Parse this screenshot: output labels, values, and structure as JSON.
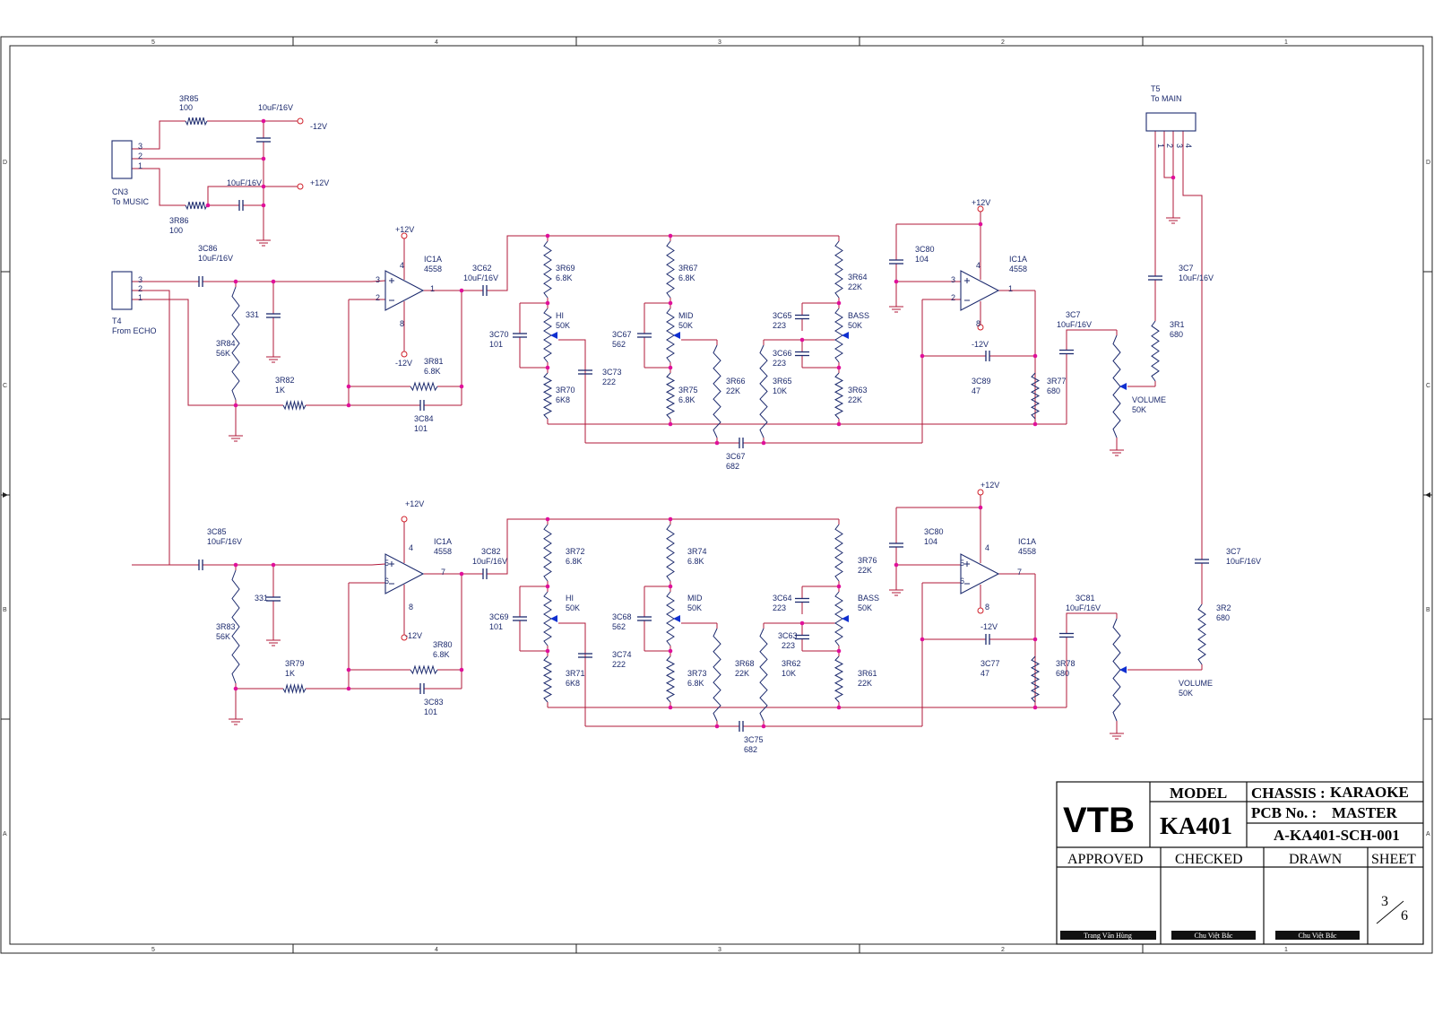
{
  "zones": {
    "columns": [
      "5",
      "4",
      "3",
      "2",
      "1"
    ],
    "rows": [
      "D",
      "C",
      "B",
      "A"
    ]
  },
  "connectors": {
    "cn3": {
      "ref": "CN3",
      "desc": "To MUSIC",
      "pins": [
        "3",
        "2",
        "1"
      ]
    },
    "t4": {
      "ref": "T4",
      "desc": "From ECHO",
      "pins": [
        "3",
        "2",
        "1"
      ]
    },
    "t5": {
      "ref": "T5",
      "desc": "To MAIN",
      "pins": [
        "1",
        "2",
        "3",
        "4"
      ]
    }
  },
  "power": {
    "r85_ref": "3R85",
    "r85_val": "100",
    "r86_ref": "3R86",
    "r86_val": "100",
    "cap_top": "10uF/16V",
    "cap_bot": "10uF/16V",
    "neg_rail": "-12V",
    "pos_rail": "+12V"
  },
  "ch1": {
    "c86_ref": "3C86",
    "c86_val": "10uF/16V",
    "c_331": "331",
    "r84_ref": "3R84",
    "r84_val": "56K",
    "r82_ref": "3R82",
    "r82_val": "1K",
    "r81_ref": "3R81",
    "r81_val": "6.8K",
    "c84_ref": "3C84",
    "c84_val": "101",
    "ic_ref": "IC1A",
    "ic_val": "4558",
    "ic_pin_in_p": "3",
    "ic_pin_in_n": "2",
    "ic_pin_out": "1",
    "ic_pin_vp": "4",
    "ic_pin_vn": "8",
    "vp": "+12V",
    "vn": "-12V",
    "c62_ref": "3C62",
    "c62_val": "10uF/16V",
    "r69_ref": "3R69",
    "r69_val": "6.8K",
    "hi_ref": "HI",
    "hi_val": "50K",
    "c70_ref": "3C70",
    "c70_val": "101",
    "r70_ref": "3R70",
    "r70_val": "6K8",
    "c73_ref": "3C73",
    "c73_val": "222",
    "r67_ref": "3R67",
    "r67_val": "6.8K",
    "mid_ref": "MID",
    "mid_val": "50K",
    "c67_ref": "3C67",
    "c67_val": "562",
    "r75_ref": "3R75",
    "r75_val": "6.8K",
    "r66_ref": "3R66",
    "r66_val": "22K",
    "c67b_ref": "3C67",
    "c67b_val": "682",
    "r64_ref": "3R64",
    "r64_val": "22K",
    "bass_ref": "BASS",
    "bass_val": "50K",
    "c65_ref": "3C65",
    "c65_val": "223",
    "c66_ref": "3C66",
    "c66_val": "223",
    "r65_ref": "3R65",
    "r65_val": "10K",
    "r63_ref": "3R63",
    "r63_val": "22K",
    "c80_ref": "3C80",
    "c80_val": "104",
    "ic2_ref": "IC1A",
    "ic2_val": "4558",
    "ic2_pin_in_p": "3",
    "ic2_pin_in_n": "2",
    "ic2_pin_out": "1",
    "ic2_pin_vp": "4",
    "ic2_pin_vn": "8",
    "vp2": "+12V",
    "vn2": "-12V",
    "c89_ref": "3C89",
    "c89_val": "47",
    "r77_ref": "3R77",
    "r77_val": "680",
    "c7a_ref": "3C7",
    "c7a_val": "10uF/16V",
    "vol_ref": "VOLUME",
    "vol_val": "50K",
    "c7b_ref": "3C7",
    "c7b_val": "10uF/16V",
    "r1_ref": "3R1",
    "r1_val": "680"
  },
  "ch2": {
    "c85_ref": "3C85",
    "c85_val": "10uF/16V",
    "c_331": "331",
    "r83_ref": "3R83",
    "r83_val": "56K",
    "r79_ref": "3R79",
    "r79_val": "1K",
    "r80_ref": "3R80",
    "r80_val": "6.8K",
    "c83_ref": "3C83",
    "c83_val": "101",
    "ic_ref": "IC1A",
    "ic_val": "4558",
    "ic_pin_in_p": "5",
    "ic_pin_in_n": "6",
    "ic_pin_out": "7",
    "ic_pin_vp": "4",
    "ic_pin_vn": "8",
    "vp": "+12V",
    "vn": "-12V",
    "c82_ref": "3C82",
    "c82_val": "10uF/16V",
    "r72_ref": "3R72",
    "r72_val": "6.8K",
    "hi_ref": "HI",
    "hi_val": "50K",
    "c69_ref": "3C69",
    "c69_val": "101",
    "r71_ref": "3R71",
    "r71_val": "6K8",
    "c74_ref": "3C74",
    "c74_val": "222",
    "r74_ref": "3R74",
    "r74_val": "6.8K",
    "mid_ref": "MID",
    "mid_val": "50K",
    "c68_ref": "3C68",
    "c68_val": "562",
    "r73_ref": "3R73",
    "r73_val": "6.8K",
    "r68_ref": "3R68",
    "r68_val": "22K",
    "c75_ref": "3C75",
    "c75_val": "682",
    "r76_ref": "3R76",
    "r76_val": "22K",
    "bass_ref": "BASS",
    "bass_val": "50K",
    "c64_ref": "3C64",
    "c64_val": "223",
    "c63_ref": "3C63",
    "c63_val": "223",
    "r62_ref": "3R62",
    "r62_val": "10K",
    "r61_ref": "3R61",
    "r61_val": "22K",
    "c80_ref": "3C80",
    "c80_val": "104",
    "ic2_ref": "IC1A",
    "ic2_val": "4558",
    "ic2_pin_in_p": "5",
    "ic2_pin_in_n": "6",
    "ic2_pin_out": "7",
    "ic2_pin_vp": "4",
    "ic2_pin_vn": "8",
    "vp2": "+12V",
    "vn2": "-12V",
    "c77_ref": "3C77",
    "c77_val": "47",
    "r78_ref": "3R78",
    "r78_val": "680",
    "c81_ref": "3C81",
    "c81_val": "10uF/16V",
    "vol_ref": "VOLUME",
    "vol_val": "50K",
    "c7_ref": "3C7",
    "c7_val": "10uF/16V",
    "r2_ref": "3R2",
    "r2_val": "680"
  },
  "title_block": {
    "company": "VTB",
    "model_label": "MODEL",
    "model": "KA401",
    "chassis_label": "CHASSIS :",
    "chassis": "KARAOKE",
    "pcb_label": "PCB No. :",
    "pcb": "MASTER",
    "doc_no": "A-KA401-SCH-001",
    "approved_label": "APPROVED",
    "checked_label": "CHECKED",
    "drawn_label": "DRAWN",
    "sheet_label": "SHEET",
    "sheet_num": "3",
    "sheet_total": "6",
    "approved_by": "Trang Văn Hùng",
    "checked_by": "Chu Việt Bắc",
    "drawn_by": "Chu Việt Bắc"
  },
  "colors": {
    "wire": "#b0183a",
    "symbol": "#1d2b6e",
    "junction": "#e0109a",
    "pin_circle": "#d0202a",
    "wiper": "#1030d0"
  }
}
